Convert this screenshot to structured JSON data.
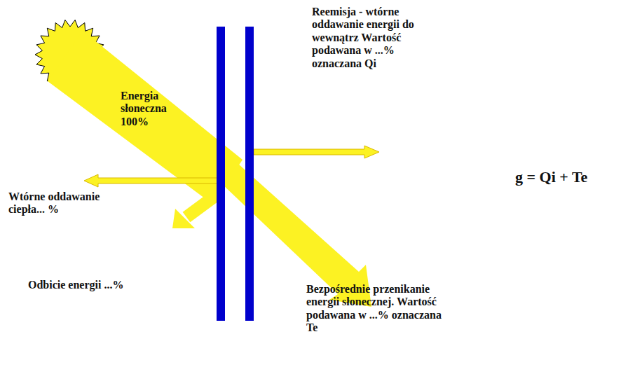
{
  "diagram": {
    "labels": [
      "Reemisja - wtórne oddawanie energii do wewnątrz Wartość podawana w ...% oznaczana Qi",
      "Energia słoneczna 100%",
      "Wtórne oddawanie ciepła... %",
      "Odbicie energii ...%",
      "Bezpośrednie przenikanie energii słonecznej. Wartość podawana w ...% oznaczana Te",
      "g = Qi + Te"
    ]
  }
}
